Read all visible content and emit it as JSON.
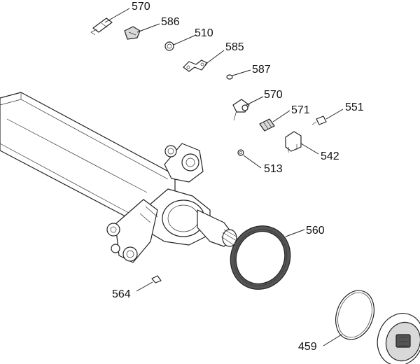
{
  "colors": {
    "line": "#222222",
    "part_fill": "#ffffff",
    "shade": "#d9d9d9",
    "dark_shade": "#555555",
    "label": "#111111"
  },
  "callouts": {
    "c570a": "570",
    "c586": "586",
    "c510": "510",
    "c585": "585",
    "c587": "587",
    "c570b": "570",
    "c571": "571",
    "c551": "551",
    "c542": "542",
    "c513": "513",
    "c560": "560",
    "c564": "564",
    "c459": "459"
  }
}
